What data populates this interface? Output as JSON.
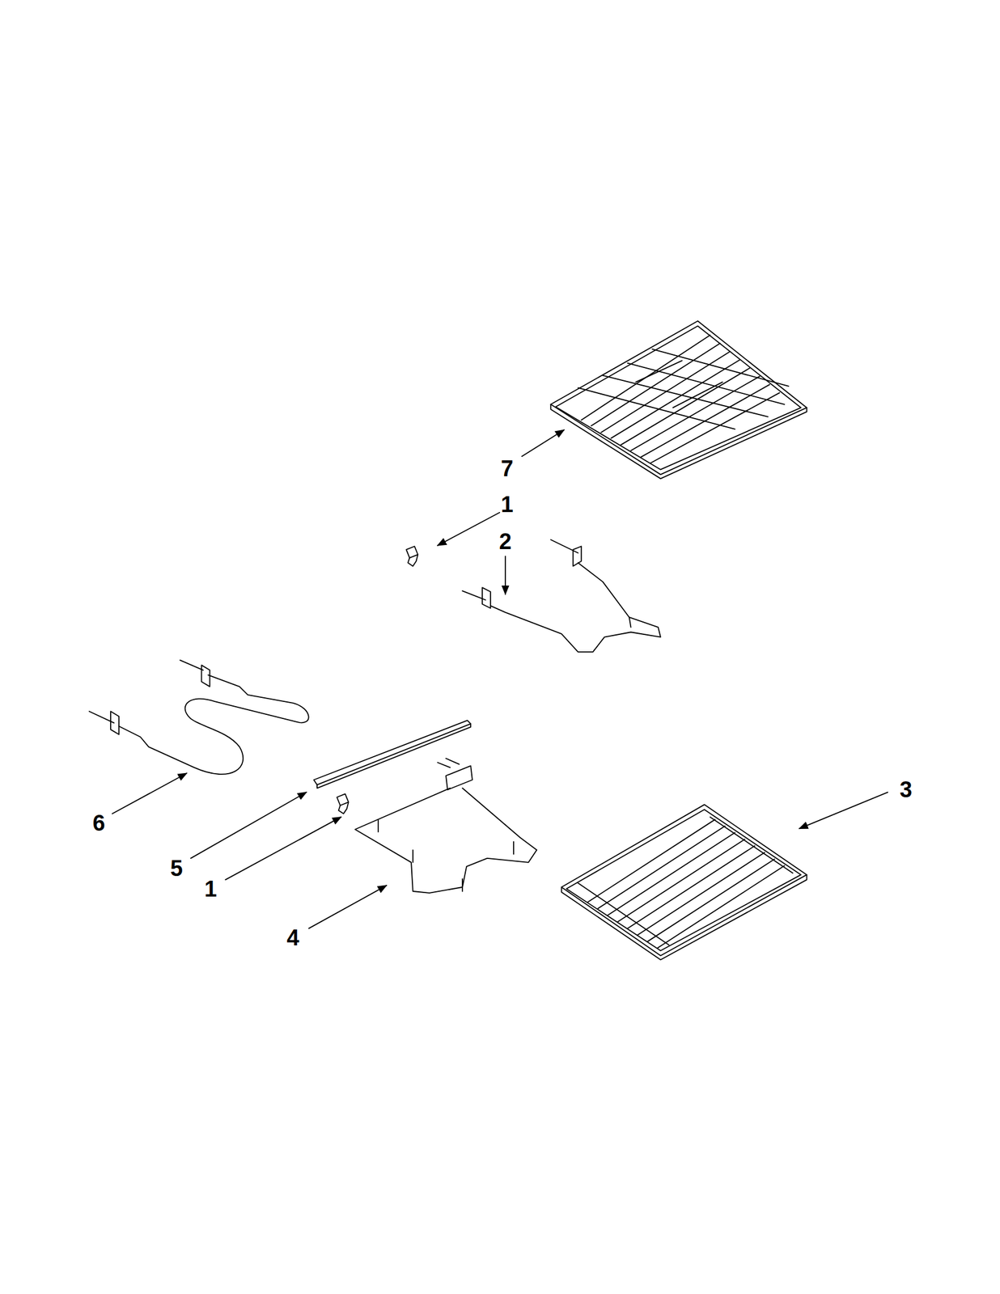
{
  "diagram": {
    "labels": [
      "7",
      "1",
      "2",
      "6",
      "5",
      "1",
      "4",
      "3"
    ]
  }
}
